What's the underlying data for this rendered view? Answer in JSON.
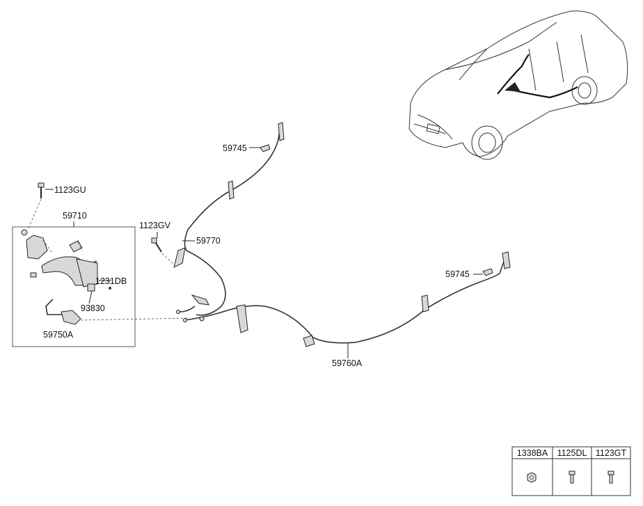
{
  "labels": {
    "l_59745_top": "59745",
    "l_1123GU": "1123GU",
    "l_59710": "59710",
    "l_1123GV": "1123GV",
    "l_59770": "59770",
    "l_1231DB": "1231DB",
    "l_93830": "93830",
    "l_59750A": "59750A",
    "l_59745_right": "59745",
    "l_59760A": "59760A"
  },
  "parts_table": {
    "columns": [
      "1338BA",
      "1125DL",
      "1123GT"
    ],
    "icons": [
      "nut-icon",
      "bolt-icon",
      "screw-icon"
    ]
  }
}
